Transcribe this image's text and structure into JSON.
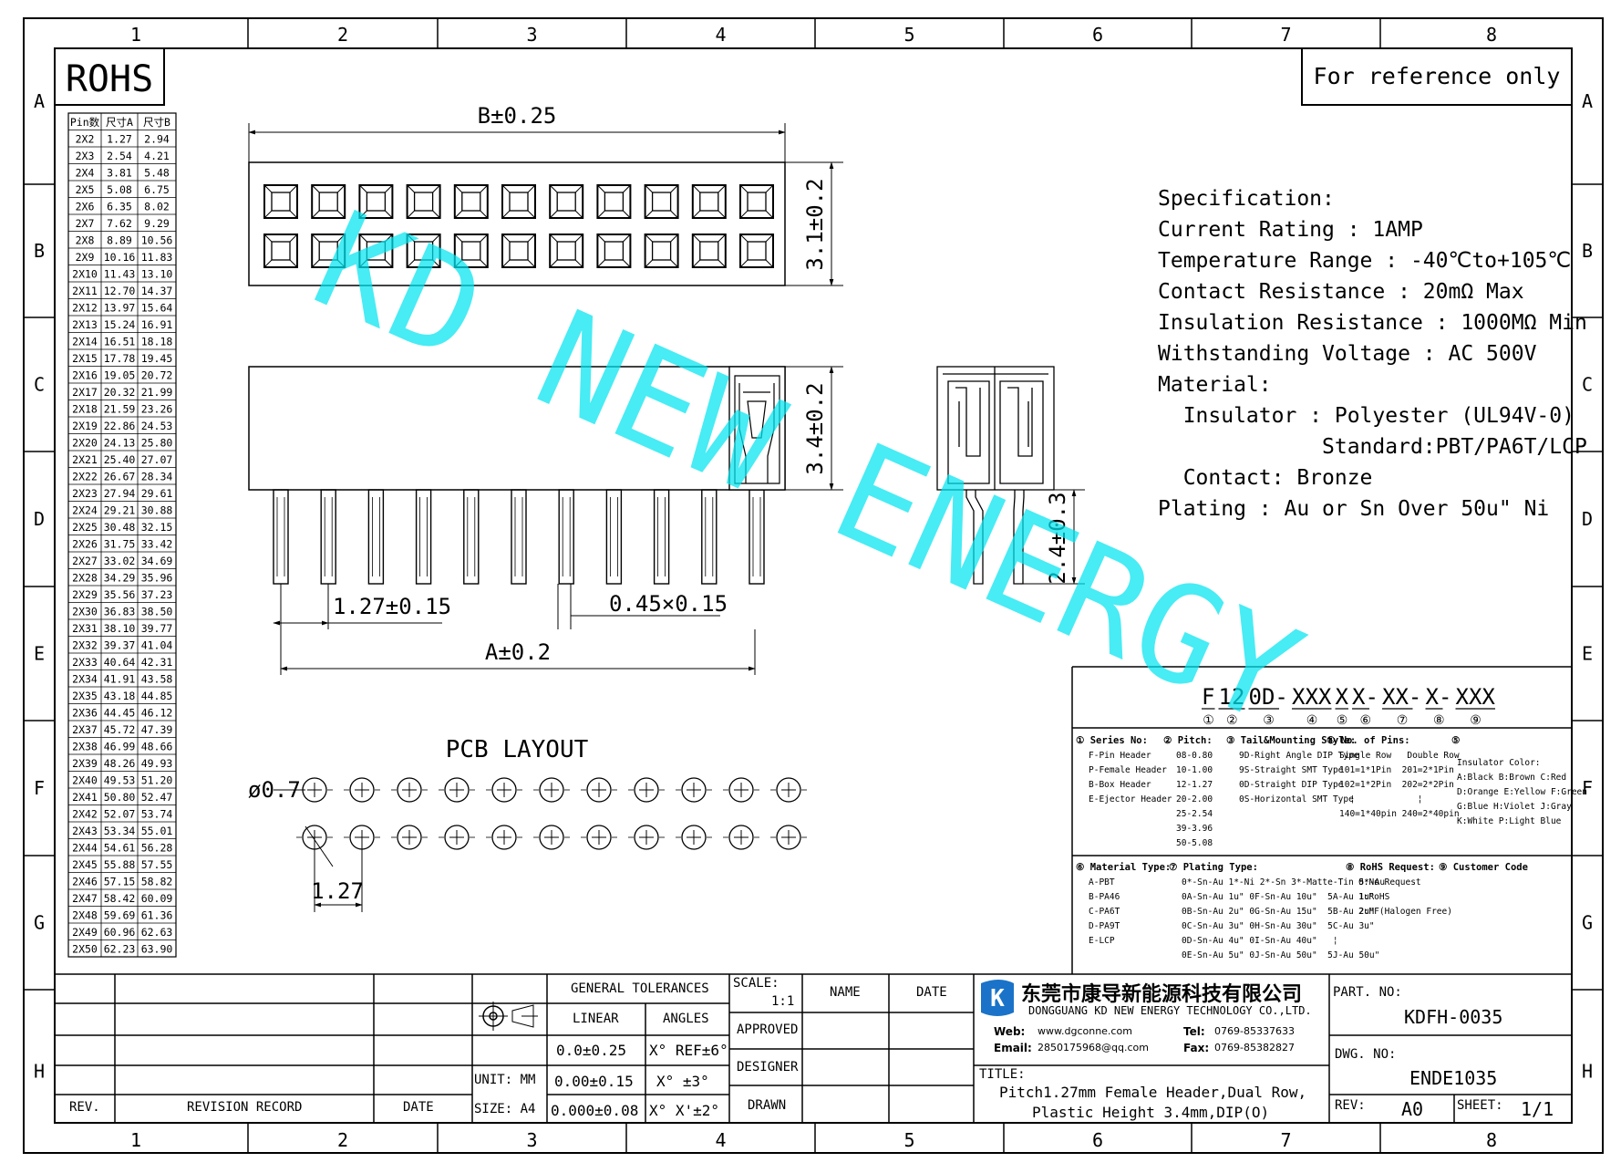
{
  "frame": {
    "col_labels": [
      "1",
      "2",
      "3",
      "4",
      "5",
      "6",
      "7",
      "8"
    ],
    "row_labels": [
      "A",
      "B",
      "C",
      "D",
      "E",
      "F",
      "G",
      "H"
    ]
  },
  "rohs": "ROHS",
  "reference_note": "For reference only",
  "pin_table": {
    "headers": [
      "Pin数",
      "尺寸A",
      "尺寸B"
    ],
    "rows": [
      [
        "2X2",
        "1.27",
        "2.94"
      ],
      [
        "2X3",
        "2.54",
        "4.21"
      ],
      [
        "2X4",
        "3.81",
        "5.48"
      ],
      [
        "2X5",
        "5.08",
        "6.75"
      ],
      [
        "2X6",
        "6.35",
        "8.02"
      ],
      [
        "2X7",
        "7.62",
        "9.29"
      ],
      [
        "2X8",
        "8.89",
        "10.56"
      ],
      [
        "2X9",
        "10.16",
        "11.83"
      ],
      [
        "2X10",
        "11.43",
        "13.10"
      ],
      [
        "2X11",
        "12.70",
        "14.37"
      ],
      [
        "2X12",
        "13.97",
        "15.64"
      ],
      [
        "2X13",
        "15.24",
        "16.91"
      ],
      [
        "2X14",
        "16.51",
        "18.18"
      ],
      [
        "2X15",
        "17.78",
        "19.45"
      ],
      [
        "2X16",
        "19.05",
        "20.72"
      ],
      [
        "2X17",
        "20.32",
        "21.99"
      ],
      [
        "2X18",
        "21.59",
        "23.26"
      ],
      [
        "2X19",
        "22.86",
        "24.53"
      ],
      [
        "2X20",
        "24.13",
        "25.80"
      ],
      [
        "2X21",
        "25.40",
        "27.07"
      ],
      [
        "2X22",
        "26.67",
        "28.34"
      ],
      [
        "2X23",
        "27.94",
        "29.61"
      ],
      [
        "2X24",
        "29.21",
        "30.88"
      ],
      [
        "2X25",
        "30.48",
        "32.15"
      ],
      [
        "2X26",
        "31.75",
        "33.42"
      ],
      [
        "2X27",
        "33.02",
        "34.69"
      ],
      [
        "2X28",
        "34.29",
        "35.96"
      ],
      [
        "2X29",
        "35.56",
        "37.23"
      ],
      [
        "2X30",
        "36.83",
        "38.50"
      ],
      [
        "2X31",
        "38.10",
        "39.77"
      ],
      [
        "2X32",
        "39.37",
        "41.04"
      ],
      [
        "2X33",
        "40.64",
        "42.31"
      ],
      [
        "2X34",
        "41.91",
        "43.58"
      ],
      [
        "2X35",
        "43.18",
        "44.85"
      ],
      [
        "2X36",
        "44.45",
        "46.12"
      ],
      [
        "2X37",
        "45.72",
        "47.39"
      ],
      [
        "2X38",
        "46.99",
        "48.66"
      ],
      [
        "2X39",
        "48.26",
        "49.93"
      ],
      [
        "2X40",
        "49.53",
        "51.20"
      ],
      [
        "2X41",
        "50.80",
        "52.47"
      ],
      [
        "2X42",
        "52.07",
        "53.74"
      ],
      [
        "2X43",
        "53.34",
        "55.01"
      ],
      [
        "2X44",
        "54.61",
        "56.28"
      ],
      [
        "2X45",
        "55.88",
        "57.55"
      ],
      [
        "2X46",
        "57.15",
        "58.82"
      ],
      [
        "2X47",
        "58.42",
        "60.09"
      ],
      [
        "2X48",
        "59.69",
        "61.36"
      ],
      [
        "2X49",
        "60.96",
        "62.63"
      ],
      [
        "2X50",
        "62.23",
        "63.90"
      ]
    ]
  },
  "dimensions": {
    "b": "B±0.25",
    "h_top": "3.1±0.2",
    "h_side": "3.4±0.2",
    "pitch": "1.27±0.15",
    "pin": "0.45×0.15",
    "a": "A±0.2",
    "tail": "2.4±0.3",
    "hole": "ø0.7",
    "pcb_pitch": "1.27"
  },
  "pcb_layout_title": "PCB LAYOUT",
  "watermark": "KD NEW ENERGY",
  "specification": [
    "Specification:",
    "Current Rating : 1AMP",
    "Temperature Range : -40℃to+105℃",
    "Contact Resistance : 20mΩ Max",
    "Insulation Resistance : 1000MΩ Min",
    "Withstanding Voltage : AC 500V",
    "Material:",
    "  Insulator : Polyester (UL94V-0)",
    "             Standard:PBT/PA6T/LCP",
    "  Contact: Bronze",
    "Plating : Au or Sn Over 50u\" Ni"
  ],
  "part_code": {
    "segments": [
      "F",
      "12",
      "0D-",
      "XXX",
      "X",
      "X-",
      "XX-",
      "X-",
      "XXX"
    ],
    "markers": [
      "①",
      "②",
      "③",
      "④",
      "⑤",
      "⑥",
      "⑦",
      "⑧",
      "⑨"
    ]
  },
  "legend_blocks": [
    {
      "title": "① Series No:",
      "lines": [
        "F-Pin Header",
        "P-Female Header",
        "B-Box Header",
        "E-Ejector Header"
      ]
    },
    {
      "title": "② Pitch:",
      "lines": [
        "08-0.80",
        "10-1.00",
        "12-1.27",
        "20-2.00",
        "25-2.54",
        "39-3.96",
        "50-5.08"
      ]
    },
    {
      "title": "③ Tail&Mounting Style:",
      "lines": [
        "9D-Right Angle DIP Type",
        "9S-Straight SMT Type",
        "0D-Straight DIP Type",
        "0S-Horizontal SMT Type"
      ]
    },
    {
      "title": "④ No. of Pins:",
      "lines": [
        "Single Row   Double Row",
        "101=1*1Pin  201=2*1Pin",
        "102=1*2Pin  202=2*2Pin",
        "  ¦            ¦",
        "140=1*40pin 240=2*40pin"
      ]
    },
    {
      "title": "⑤",
      "lines": [
        "Insulator Color:",
        "A:Black B:Brown C:Red",
        "D:Orange E:Yellow F:Green",
        "G:Blue H:Violet J:Gray",
        "K:White P:Light Blue"
      ]
    },
    {
      "title": "⑥ Material Type:",
      "lines": [
        "A-PBT",
        "B-PA46",
        "C-PA6T",
        "D-PA9T",
        "E-LCP"
      ]
    },
    {
      "title": "⑦ Plating Type:",
      "lines": [
        "0*-Sn-Au 1*-Ni 2*-Sn 3*-Matte-Tin 5*-Au",
        "0A-Sn-Au 1u\" 0F-Sn-Au 10u\"  5A-Au 1u\"",
        "0B-Sn-Au 2u\" 0G-Sn-Au 15u\"  5B-Au 2u\"",
        "0C-Sn-Au 3u\" 0H-Sn-Au 30u\"  5C-Au 3u\"",
        "0D-Sn-Au 4u\" 0I-Sn-Au 40u\"   ¦",
        "0E-Sn-Au 5u\" 0J-Sn-Au 50u\"  5J-Au 50u\""
      ]
    },
    {
      "title": "⑧ RoHS Request:",
      "lines": [
        "0:No Request",
        "1:RoHS",
        "2:HF(Halogen Free)"
      ]
    },
    {
      "title": "⑨ Customer Code",
      "lines": []
    }
  ],
  "title_block": {
    "rev_label": "REV.",
    "revision_record": "REVISION RECORD",
    "date_label": "DATE",
    "general_tolerances": "GENERAL TOLERANCES",
    "linear": "LINEAR",
    "angles": "ANGLES",
    "tol_rows": [
      [
        "0.0±0.25",
        "X° REF±6°"
      ],
      [
        "0.00±0.15",
        "X° ±3°"
      ],
      [
        "0.000±0.08",
        "X° X'±2°"
      ]
    ],
    "unit": "UNIT: MM",
    "size": "SIZE: A4",
    "scale_label": "SCALE:",
    "scale_value": "1:1",
    "name_label": "NAME",
    "date_label2": "DATE",
    "approved": "APPROVED",
    "designer": "DESIGNER",
    "drawn": "DRAWN",
    "company_cn": "东莞市康导新能源科技有限公司",
    "company_en": "DONGGUANG KD NEW ENERGY TECHNOLOGY CO.,LTD.",
    "web_label": "Web:",
    "web": "www.dgconne.com",
    "tel_label": "Tel:",
    "tel": "0769-85337633",
    "email_label": "Email:",
    "email": "2850175968@qq.com",
    "fax_label": "Fax:",
    "fax": "0769-85382827",
    "title_label": "TITLE:",
    "title_line1": "Pitch1.27mm Female Header,Dual Row,",
    "title_line2": "Plastic Height 3.4mm,DIP(O)",
    "part_no_label": "PART. NO:",
    "part_no": "KDFH-0035",
    "dwg_no_label": "DWG. NO:",
    "dwg_no": "ENDE1035",
    "rev_label2": "REV:",
    "rev": "A0",
    "sheet_label": "SHEET:",
    "sheet": "1/1"
  }
}
